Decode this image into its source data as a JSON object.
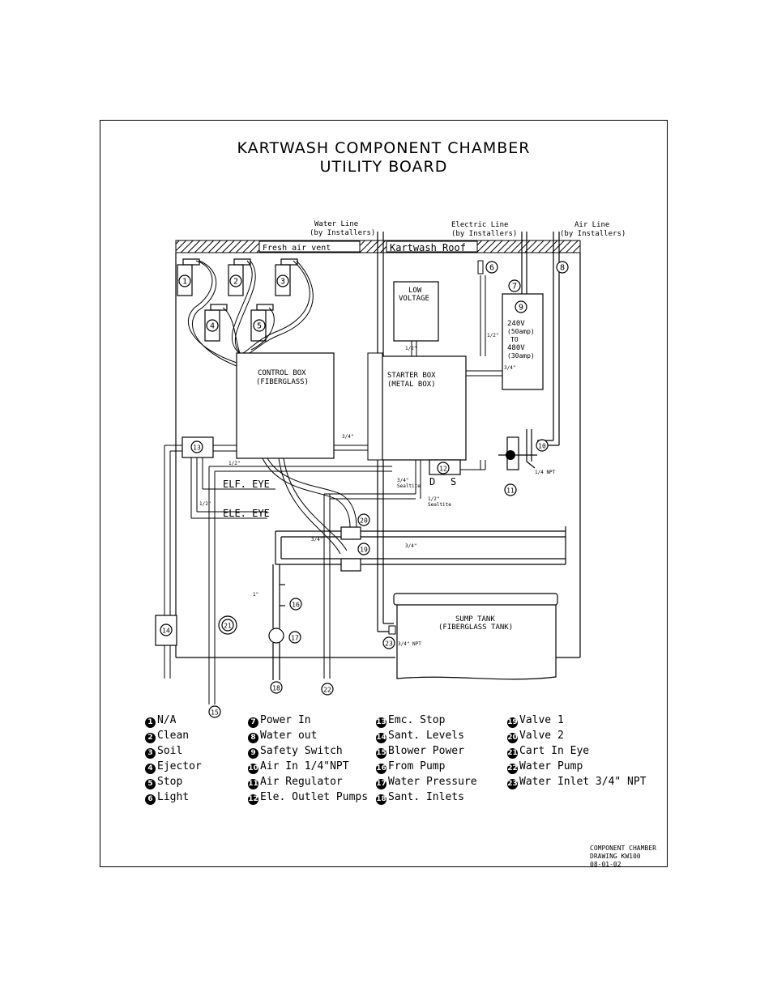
{
  "title": {
    "line1": "KARTWASH COMPONENT CHAMBER",
    "line2": "UTILITY BOARD"
  },
  "callouts": {
    "water_line": [
      "Water Line",
      "(by Installers)"
    ],
    "electric_line": [
      "Electric Line",
      "(by Installers)"
    ],
    "air_line": [
      "Air Line",
      "(by Installers)"
    ],
    "fresh_air_vent": "Fresh air vent",
    "kartwash_roof": "Kartwash Roof"
  },
  "boxes": {
    "low_voltage": [
      "LOW",
      "VOLTAGE"
    ],
    "control_box": [
      "CONTROL BOX",
      "(FIBERGLASS)"
    ],
    "starter_box": [
      "STARTER BOX",
      "(METAL BOX)"
    ],
    "safety_switch": [
      "240V",
      "(50amp)",
      "TO",
      "480V",
      "(30amp)"
    ],
    "sump_tank": [
      "SUMP TANK",
      "(FIBERGLASS TANK)"
    ]
  },
  "eye_labels": {
    "elf": "ELF. EYE",
    "ele": "ELE. EYE"
  },
  "outlet_letters": [
    "D",
    "S"
  ],
  "pipe_labels": {
    "half": "1/2\"",
    "three_quarter": "3/4\"",
    "one_inch": "1\"",
    "three_quarter_sealtite": [
      "3/4\"",
      "Sealtite"
    ],
    "half_sealtite": [
      "1/2\"",
      "Sealtite"
    ],
    "quarter_npt": "1/4 NPT",
    "three_quarter_npt": "3/4\" NPT"
  },
  "component_numbers": [
    "1",
    "2",
    "3",
    "4",
    "5",
    "6",
    "7",
    "8",
    "9",
    "10",
    "11",
    "12",
    "13",
    "14",
    "15",
    "16",
    "17",
    "18",
    "19",
    "20",
    "21",
    "22",
    "23"
  ],
  "legend": {
    "col1": [
      {
        "num": "1",
        "label": "N/A"
      },
      {
        "num": "2",
        "label": "Clean"
      },
      {
        "num": "3",
        "label": "Soil"
      },
      {
        "num": "4",
        "label": "Ejector"
      },
      {
        "num": "5",
        "label": "Stop"
      },
      {
        "num": "6",
        "label": "Light"
      }
    ],
    "col2": [
      {
        "num": "7",
        "label": "Power In"
      },
      {
        "num": "8",
        "label": "Water out"
      },
      {
        "num": "9",
        "label": "Safety Switch"
      },
      {
        "num": "10",
        "label": "Air In 1/4\"NPT"
      },
      {
        "num": "11",
        "label": "Air Regulator"
      },
      {
        "num": "12",
        "label": "Ele. Outlet Pumps"
      }
    ],
    "col3": [
      {
        "num": "13",
        "label": "Emc. Stop"
      },
      {
        "num": "14",
        "label": "Sant. Levels"
      },
      {
        "num": "15",
        "label": "Blower Power"
      },
      {
        "num": "16",
        "label": "From Pump"
      },
      {
        "num": "17",
        "label": "Water Pressure"
      },
      {
        "num": "18",
        "label": "Sant. Inlets"
      }
    ],
    "col4": [
      {
        "num": "19",
        "label": "Valve 1"
      },
      {
        "num": "20",
        "label": "Valve 2"
      },
      {
        "num": "21",
        "label": "Cart In Eye"
      },
      {
        "num": "22",
        "label": "Water Pump"
      },
      {
        "num": "23",
        "label": "Water Inlet 3/4\" NPT"
      }
    ]
  },
  "drawing_info": [
    "COMPONENT CHAMBER",
    "DRAWING KW100",
    "08-01-02"
  ]
}
